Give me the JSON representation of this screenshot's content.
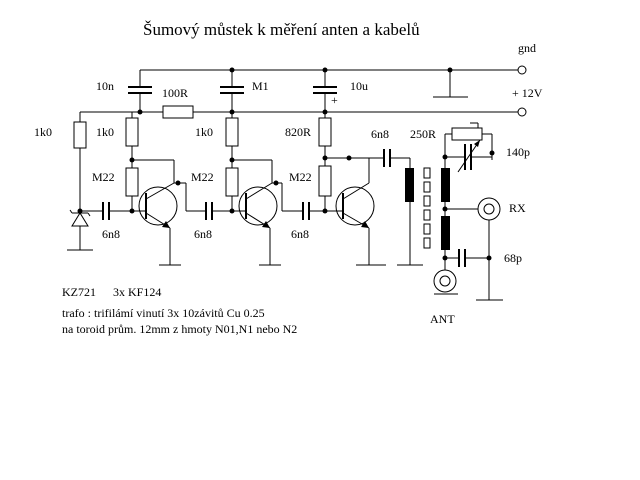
{
  "title": "Šumový můstek k měření anten a kabelů",
  "terminals": {
    "gnd": "gnd",
    "vcc": "+ 12V",
    "rx": "RX",
    "ant": "ANT"
  },
  "labels": {
    "c_10n": "10n",
    "r_100": "100R",
    "c_m1": "M1",
    "c_10u": "10u",
    "c_plus": "+",
    "r_1k0_a": "1k0",
    "r_1k0_b": "1k0",
    "r_1k0_c": "1k0",
    "r_820": "820R",
    "c_6n8_out": "6n8",
    "r_250": "250R",
    "c_140p": "140p",
    "r_m22_a": "M22",
    "r_m22_b": "M22",
    "r_m22_c": "M22",
    "c_6n8_a": "6n8",
    "c_6n8_b": "6n8",
    "c_6n8_c": "6n8",
    "c_68p": "68p",
    "zener": "KZ721",
    "transistors": "3x  KF124"
  },
  "notes": [
    "trafo : trifilámí vinutí 3x 10závitů Cu 0.25",
    "na toroid prům. 12mm z hmoty N01,N1 nebo N2"
  ]
}
